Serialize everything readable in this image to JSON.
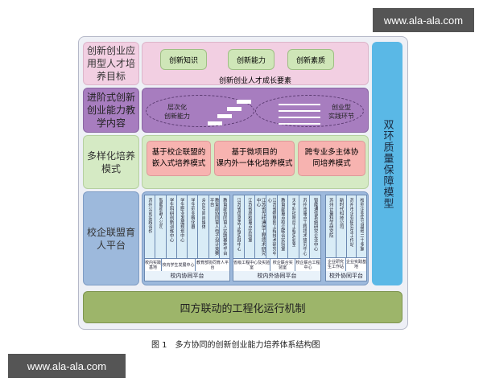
{
  "watermark": "www.ala-ala.com",
  "rows": {
    "goal": {
      "label": "创新创业应用型人才培养目标",
      "items": [
        "创新知识",
        "创新能力",
        "创新素质"
      ],
      "footer": "创新创业人才成长要素"
    },
    "content": {
      "label": "进阶式创新创业能力教学内容",
      "left_oval": "层次化\n创新能力",
      "right_oval": "创业型\n实践环节"
    },
    "modes": {
      "label": "多样化培养模式",
      "items": [
        "基于校企联盟的\n嵌入式培养模式",
        "基于微项目的\n课内外一体化培养模式",
        "跨专业多主体协\n同培养模式"
      ]
    },
    "platform": {
      "label": "校企联盟育人平台",
      "groups": [
        {
          "name": "校内协同平台",
          "columns": [
            "苏州公司实践合作",
            "智能机器人公司",
            "学生科研创新训练中心",
            "学生职业发展规划中心",
            "学生创业孵化器",
            "众创空间自媒体",
            "教育部协同育人电子设计竞赛平台",
            "教育部协同育人实践基地平台"
          ],
          "bottoms": [
            "校内实践基地",
            "校内学生发展中心",
            "教育部协同育人平台"
          ]
        },
        {
          "name": "校内外协同平台",
          "columns": [
            "江苏省信息类工程实践中心",
            "江苏省高校重点实验室",
            "江苏省光纤通信工程技术研究中心",
            "江苏省物联网工程技术研究中心",
            "教育部重点校企联合实验室",
            "天平科技移动工程实验室",
            "苏州市重点工程技术研究中心",
            "智能通信系统研究企业中心"
          ],
          "bottoms": [
            "省级工程中心及实验室",
            "校企联合实验室",
            "校企联合工程中心"
          ]
        },
        {
          "name": "校外协同平台",
          "columns": [
            "苏州计量科学研究院",
            "新时代科技公司",
            "苏州市企业研究生工作站",
            "校外企业实习基地二十多家"
          ],
          "bottoms": [
            "企业研究生工作站",
            "企业实践基地"
          ]
        }
      ]
    }
  },
  "side": "双环质量保障模型",
  "bottom_bar": "四方联动的工程化运行机制",
  "caption": "图 1　多方协同的创新创业能力培养体系结构图"
}
